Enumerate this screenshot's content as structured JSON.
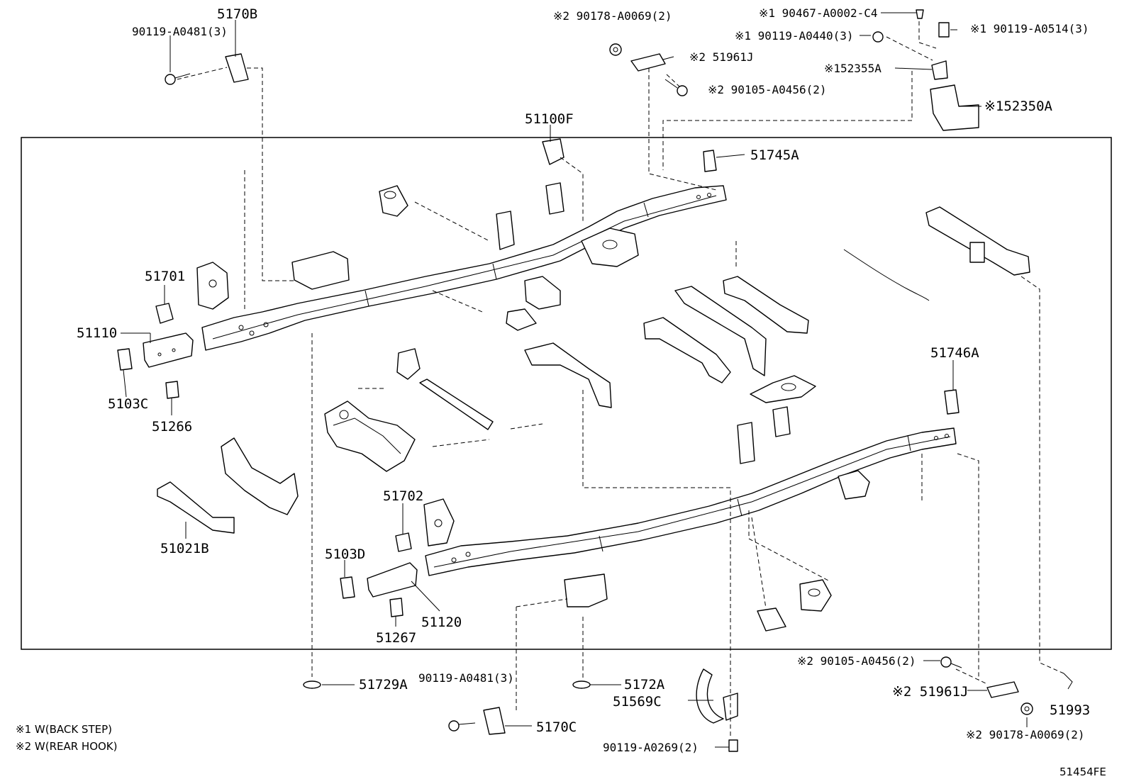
{
  "callouts": {
    "p5170B": "5170B",
    "p90119_A0481_top": "90119-A0481(3)",
    "p90178_A0069_top": "※2 90178-A0069(2)",
    "p51961J_top": "※2 51961J",
    "p90105_A0456_top": "※2 90105-A0456(2)",
    "p90467": "※1 90467-A0002-C4",
    "p90119_A0440": "※1 90119-A0440(3)",
    "p90119_A0514": "※1 90119-A0514(3)",
    "p52355A": "※152355A",
    "p52350A": "※152350A",
    "p51100F": "51100F",
    "p51745A": "51745A",
    "p51701": "51701",
    "p51110": "51110",
    "p5103C": "5103C",
    "p51266": "51266",
    "p51746A": "51746A",
    "p51021B": "51021B",
    "p51702": "51702",
    "p5103D": "5103D",
    "p51120": "51120",
    "p51267": "51267",
    "p51729A": "51729A",
    "p90119_A0481_bot": "90119-A0481(3)",
    "p5170C": "5170C",
    "p5172A": "5172A",
    "p51569C": "51569C",
    "p90119_A0269": "90119-A0269(2)",
    "p90105_A0456_bot": "※2 90105-A0456(2)",
    "p51961J_bot": "※2 51961J",
    "p90178_A0069_bot": "※2 90178-A0069(2)",
    "p51993": "51993"
  },
  "notes": {
    "note1": "※1 W(BACK STEP)",
    "note2": "※2 W(REAR HOOK)"
  },
  "diagram_id": "51454FE"
}
